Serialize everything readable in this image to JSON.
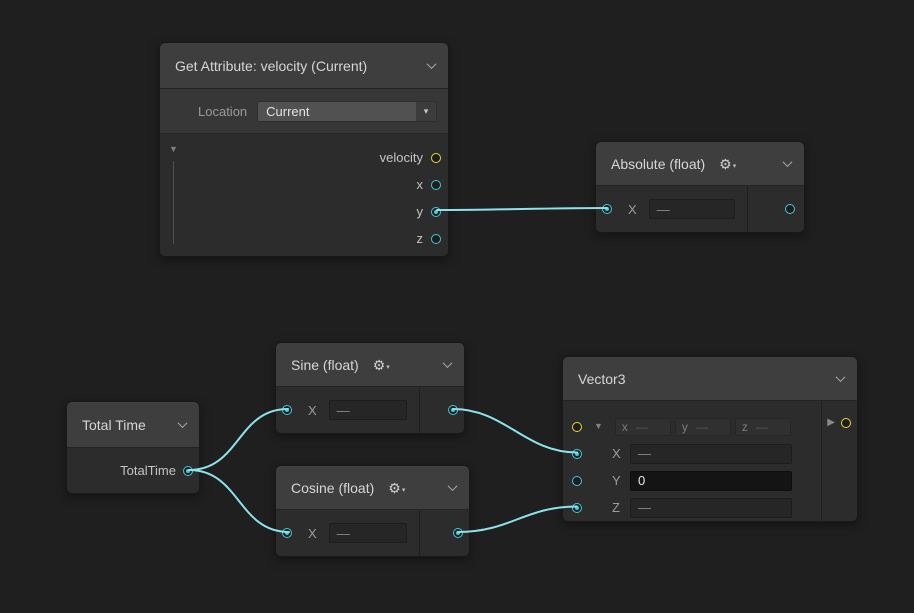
{
  "canvas": {
    "background": "#1f1f1f",
    "wire_color": "#8ce3ea",
    "port_cyan": "#45c8d8",
    "port_yellow": "#e9d83c"
  },
  "nodes": {
    "get_attribute": {
      "title": "Get Attribute: velocity (Current)",
      "location_label": "Location",
      "location_value": "Current",
      "outputs": [
        {
          "label": "velocity"
        },
        {
          "label": "x"
        },
        {
          "label": "y"
        },
        {
          "label": "z"
        }
      ]
    },
    "absolute": {
      "title": "Absolute (float)",
      "input_label": "X",
      "input_value": "—"
    },
    "total_time": {
      "title": "Total Time",
      "output_label": "TotalTime"
    },
    "sine": {
      "title": "Sine (float)",
      "input_label": "X",
      "input_value": "—"
    },
    "cosine": {
      "title": "Cosine (float)",
      "input_label": "X",
      "input_value": "—"
    },
    "vector3": {
      "title": "Vector3",
      "compact_fields": [
        {
          "label": "x",
          "value": "—"
        },
        {
          "label": "y",
          "value": "—"
        },
        {
          "label": "z",
          "value": "—"
        }
      ],
      "inputs": [
        {
          "label": "X",
          "value": "—"
        },
        {
          "label": "Y",
          "value": "0"
        },
        {
          "label": "Z",
          "value": "—"
        }
      ]
    }
  }
}
